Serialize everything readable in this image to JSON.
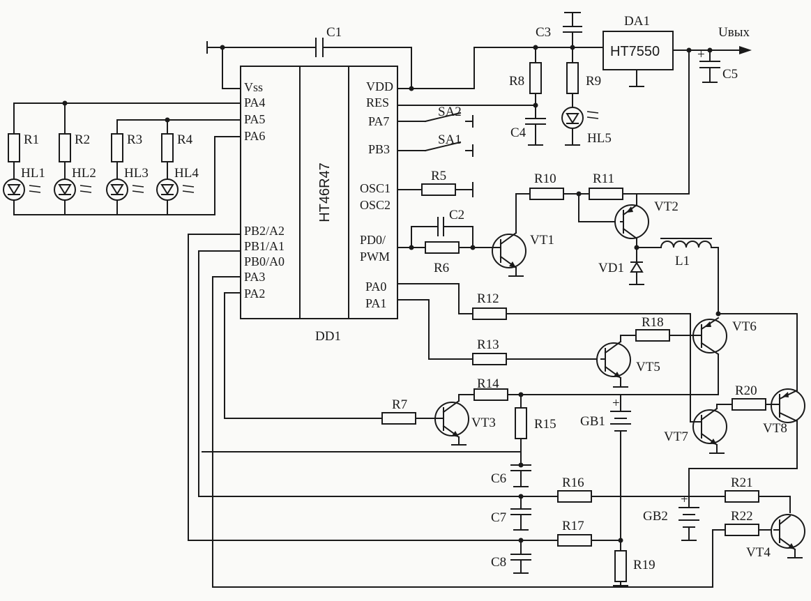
{
  "chip": {
    "name": "HT46R47",
    "ref": "DD1",
    "left_pins": [
      "Vss",
      "PA4",
      "PA5",
      "PA6",
      "PB2/A2",
      "PB1/A1",
      "PB0/A0",
      "PA3",
      "PA2"
    ],
    "right_pins": [
      "VDD",
      "RES",
      "PA7",
      "PB3",
      "OSC1",
      "OSC2",
      "PD0/",
      "PWM",
      "PA0",
      "PA1"
    ]
  },
  "regulator": {
    "ref": "DA1",
    "name": "HT7550"
  },
  "output_label": "Uвых",
  "resistors": [
    "R1",
    "R2",
    "R3",
    "R4",
    "R5",
    "R6",
    "R7",
    "R8",
    "R9",
    "R10",
    "R11",
    "R12",
    "R13",
    "R14",
    "R15",
    "R16",
    "R17",
    "R18",
    "R19",
    "R20",
    "R21",
    "R22"
  ],
  "capacitors": [
    "C1",
    "C2",
    "C3",
    "C4",
    "C5",
    "C6",
    "C7",
    "C8"
  ],
  "leds": [
    "HL1",
    "HL2",
    "HL3",
    "HL4",
    "HL5"
  ],
  "switches": [
    "SA1",
    "SA2"
  ],
  "transistors": [
    "VT1",
    "VT2",
    "VT3",
    "VT4",
    "VT5",
    "VT6",
    "VT7",
    "VT8"
  ],
  "diode": "VD1",
  "inductor": "L1",
  "batteries": [
    "GB1",
    "GB2"
  ],
  "battery_plus": "+",
  "c5_plus": "+"
}
